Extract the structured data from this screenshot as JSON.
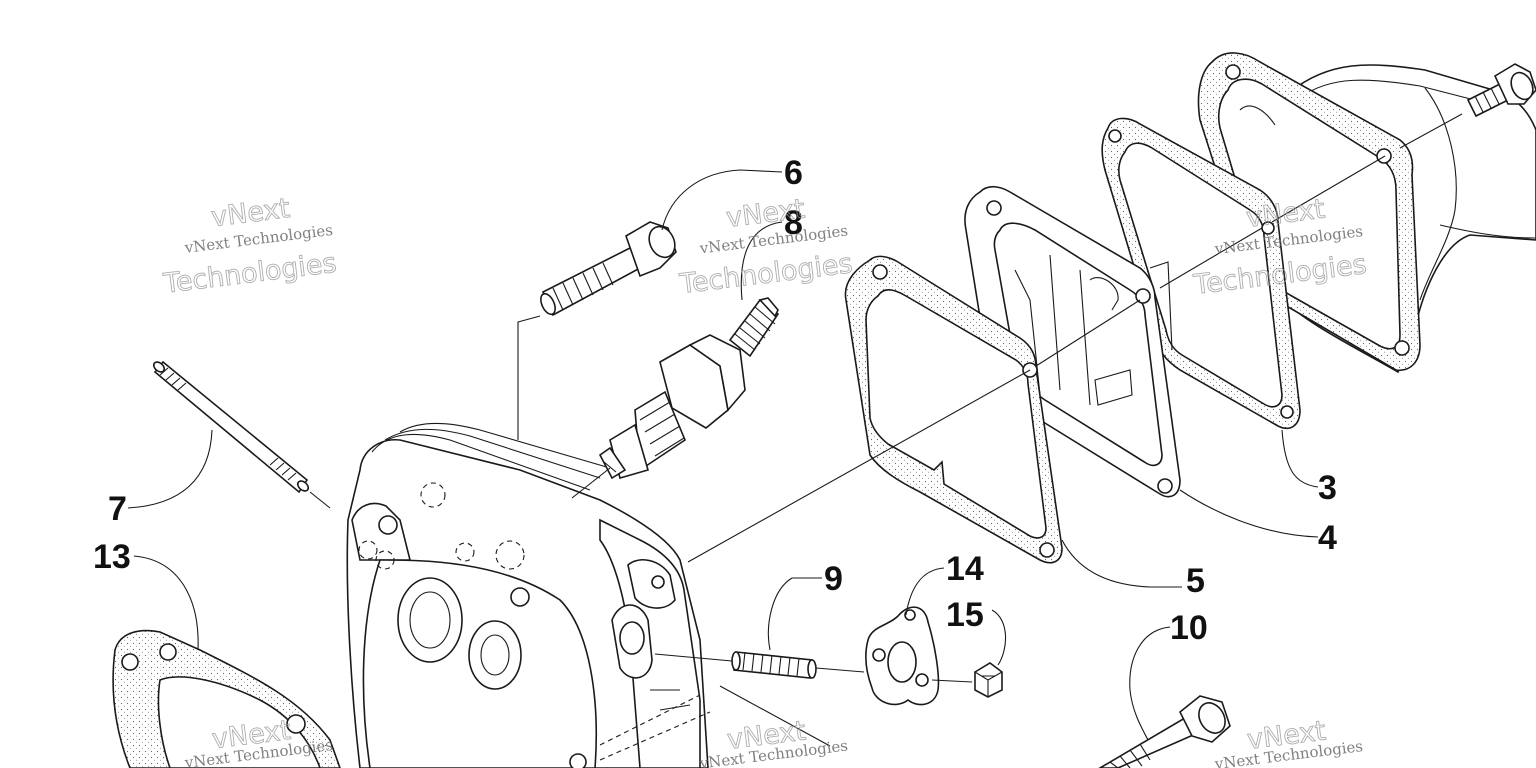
{
  "diagram": {
    "callouts": [
      {
        "id": "3",
        "label": "3"
      },
      {
        "id": "4",
        "label": "4"
      },
      {
        "id": "5",
        "label": "5"
      },
      {
        "id": "6",
        "label": "6"
      },
      {
        "id": "7",
        "label": "7"
      },
      {
        "id": "8",
        "label": "8"
      },
      {
        "id": "9",
        "label": "9"
      },
      {
        "id": "10",
        "label": "10"
      },
      {
        "id": "13",
        "label": "13"
      },
      {
        "id": "14",
        "label": "14"
      },
      {
        "id": "15",
        "label": "15"
      }
    ],
    "watermark": {
      "line1": "vNext Technologies",
      "line2": "Technologies",
      "line3": "vNext"
    }
  }
}
